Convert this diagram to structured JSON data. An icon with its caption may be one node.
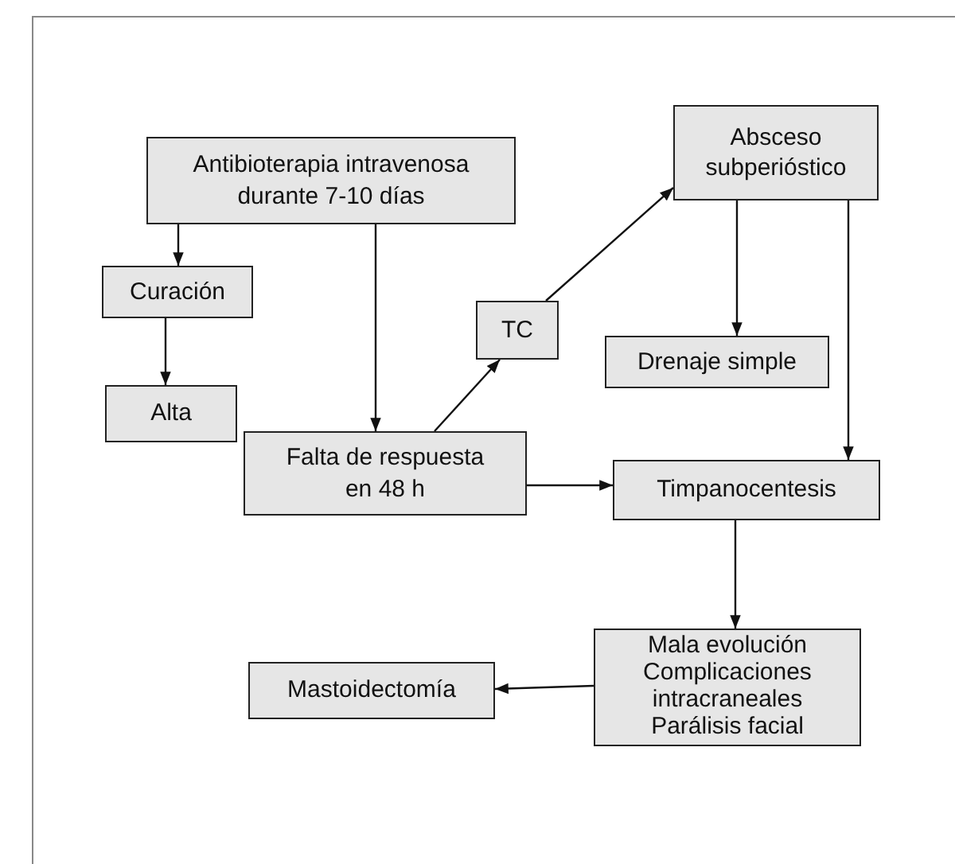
{
  "diagram": {
    "nodes": [
      {
        "text": [
          "Antibioterapia intravenosa durante 7-10 días"
        ]
      },
      {
        "text": [
          "Curación"
        ]
      },
      {
        "text": [
          "Alta"
        ]
      },
      {
        "text": [
          "TC"
        ]
      },
      {
        "text": [
          "Absceso subperióstico"
        ]
      },
      {
        "text": [
          "Drenaje simple"
        ]
      },
      {
        "text": [
          "Falta de respuesta en 48 h"
        ]
      },
      {
        "text": [
          "Timpanocentesis"
        ]
      },
      {
        "text": [
          "Mala evolución",
          "Complicaciones intracraneales",
          "Parálisis facial"
        ]
      },
      {
        "text": [
          "Mastoidectomía"
        ]
      }
    ],
    "edges": [
      {
        "from": 0,
        "to": 1,
        "arrow": "to"
      },
      {
        "from": 1,
        "to": 2,
        "arrow": "to"
      },
      {
        "from": 0,
        "to": 6,
        "arrow": "to"
      },
      {
        "from": 6,
        "to": 3,
        "arrow": "to"
      },
      {
        "from": 3,
        "to": 4,
        "arrow": "to"
      },
      {
        "from": 4,
        "to": 5,
        "arrow": "to"
      },
      {
        "from": 4,
        "to": 7,
        "arrow": "to"
      },
      {
        "from": 6,
        "to": 7,
        "arrow": "to"
      },
      {
        "from": 7,
        "to": 8,
        "arrow": "to"
      },
      {
        "from": 8,
        "to": 9,
        "arrow": "to"
      }
    ]
  }
}
